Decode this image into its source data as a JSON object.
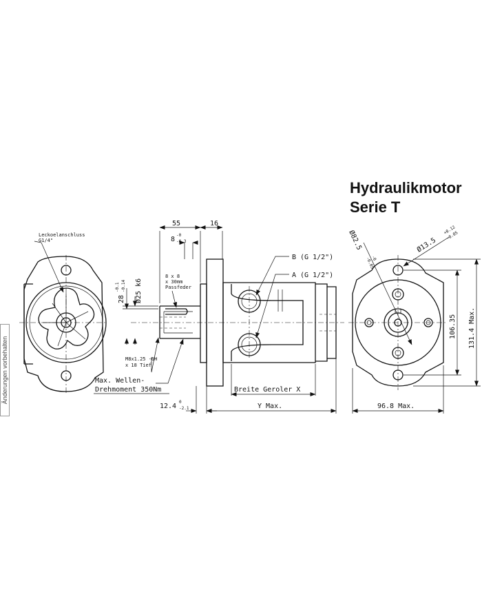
{
  "title": {
    "line1": "Hydraulikmotor",
    "line2": "Serie T"
  },
  "side_note": "Änderungen vorbehalten",
  "labels": {
    "leak_port_line1": "Leckoelanschluss",
    "leak_port_line2": "G1/4\"",
    "dim_55": "55",
    "dim_16": "16",
    "keyway_8": "8",
    "keyway_8_tol_upper": "-0",
    "keyway_8_tol_lower": "-0.3",
    "key_line1": "8 x 8",
    "key_line2": "x 30mm",
    "key_line3": "Passfeder",
    "port_b": "B (G 1/2\")",
    "port_a": "A (G 1/2\")",
    "dim_28": "28",
    "dim_28_tol_upper": "-0.1",
    "dim_28_tol_lower": "-0.14",
    "shaft_dia": "Ø25 k6",
    "thread_line1": "M8x1.25 -6H",
    "thread_line2": "x 18 Tief",
    "torque_line1": "Max. Wellen-",
    "torque_line2": "Drehmoment 350Nm",
    "gerotor_width": "Breite Geroler X",
    "dim_12_4": "12.4",
    "dim_12_4_tol_upper": "0",
    "dim_12_4_tol_lower": "-2.1",
    "y_max": "Y Max.",
    "pilot_dia": "Ø82.5",
    "pilot_tol_upper": "-0",
    "pilot_tol_lower": "-0.05",
    "hole_dia": "Ø13.5",
    "hole_tol_upper": "+0.12",
    "hole_tol_lower": "-0.05",
    "dim_106_35": "106.35",
    "dim_131_4": "131.4 Max.",
    "dim_96_8": "96.8 Max."
  }
}
